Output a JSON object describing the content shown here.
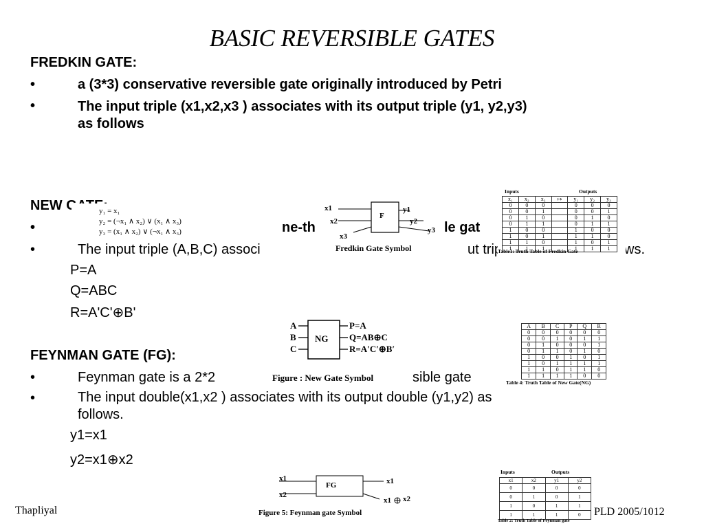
{
  "title": "BASIC REVERSIBLE GATES",
  "fredkin": {
    "heading": "FREDKIN  GATE:",
    "bullet_symbol": "•",
    "bullet1": "a (3*3) conservative reversible gate originally introduced by Petri",
    "bullet2_line1": "The input triple (x1,x2,x3 )  associates with its output  triple  (y1, y2,y3)",
    "bullet2_line2": "as follows"
  },
  "fredkin_equations": {
    "eq1": "y₁ = x₁",
    "eq2": "y₂ = (¬x₁ ∧ x₂) ∨ (x₁ ∧ x₃)",
    "eq3": "y₃ = (x₁ ∧ x₂) ∨ (¬x₁ ∧ x₃)"
  },
  "fredkin_symbol": {
    "box": "F",
    "in1": "x1",
    "in2": "x2",
    "in3": "x3",
    "out1": "y1",
    "out2": "y2",
    "out3": "y3",
    "caption": "Fredkin Gate Symbol"
  },
  "fredkin_table": {
    "inputs_label": "Inputs",
    "outputs_label": "Outputs",
    "headers": [
      "x₁",
      "x₂",
      "x₃",
      "↦",
      "y₁",
      "y₂",
      "y₃"
    ],
    "rows": [
      [
        "0",
        "0",
        "0",
        "",
        "0",
        "0",
        "0"
      ],
      [
        "0",
        "0",
        "1",
        "",
        "0",
        "0",
        "1"
      ],
      [
        "0",
        "1",
        "0",
        "",
        "0",
        "1",
        "0"
      ],
      [
        "0",
        "1",
        "1",
        "",
        "0",
        "1",
        "1"
      ],
      [
        "1",
        "0",
        "0",
        "",
        "1",
        "0",
        "0"
      ],
      [
        "1",
        "0",
        "1",
        "",
        "1",
        "1",
        "0"
      ],
      [
        "1",
        "1",
        "0",
        "",
        "1",
        "0",
        "1"
      ],
      [
        "1",
        "1",
        "1",
        "",
        "1",
        "1",
        "1"
      ]
    ],
    "caption": "Table1: Truth Table of Fredkin Gate"
  },
  "new_gate": {
    "heading": "NEW GATE:",
    "bullet1_visible": "ne-th",
    "bullet1_visible2": "le gat",
    "bullet2_part1": "The input triple (A,B,C)  associ",
    "bullet2_part2": "ut trip",
    "bullet2_part3": "ws.",
    "eq_p": "P=A",
    "eq_q": "Q=ABC",
    "eq_r": "R=A'C'⊕B'"
  },
  "new_gate_symbol": {
    "box": "NG",
    "in1": "A",
    "in2": "B",
    "in3": "C",
    "out1": "P=A",
    "out2": "Q=AB⊕C",
    "out3": "R=A′C′⊕B′"
  },
  "new_gate_table": {
    "headers": [
      "A",
      "B",
      "C",
      "P",
      "Q",
      "R"
    ],
    "rows": [
      [
        "0",
        "0",
        "0",
        "0",
        "0",
        "0"
      ],
      [
        "0",
        "0",
        "1",
        "0",
        "1",
        "1"
      ],
      [
        "0",
        "1",
        "0",
        "0",
        "0",
        "1"
      ],
      [
        "0",
        "1",
        "1",
        "0",
        "1",
        "0"
      ],
      [
        "1",
        "0",
        "0",
        "1",
        "0",
        "1"
      ],
      [
        "1",
        "0",
        "1",
        "1",
        "1",
        "1"
      ],
      [
        "1",
        "1",
        "0",
        "1",
        "1",
        "0"
      ],
      [
        "1",
        "1",
        "1",
        "1",
        "0",
        "0"
      ]
    ],
    "caption": "Table 4: Truth Table of  New Gate(NG)"
  },
  "feynman": {
    "heading": "FEYNMAN GATE (FG):",
    "bullet1_part1": "Feynman gate  is a  2*2",
    "bullet1_caption": "Figure   :  New Gate Symbol",
    "bullet1_part2": "sible  gate",
    "bullet2_line1": "The input double(x1,x2 ) associates with its output double (y1,y2) as",
    "bullet2_line2": "follows.",
    "eq1": "y1=x1",
    "eq2": "y2=x1⊕x2"
  },
  "feynman_symbol": {
    "box": "FG",
    "in1": "x1",
    "in2": "x2",
    "out1": "x1",
    "out2_left": "x1",
    "out2_right": "x2",
    "caption": "Figure 5:  Feynman gate Symbol"
  },
  "feynman_table": {
    "inputs_label": "Inputs",
    "outputs_label": "Outputs",
    "headers": [
      "x1",
      "x2",
      "y1",
      "y2"
    ],
    "rows": [
      [
        "0",
        "0",
        "0",
        "0"
      ],
      [
        "0",
        "1",
        "0",
        "1"
      ],
      [
        "1",
        "0",
        "1",
        "1"
      ],
      [
        "1",
        "1",
        "1",
        "0"
      ]
    ],
    "caption": "Table 2: Truth  Table of  Feynman gate"
  },
  "footer": {
    "left": "Thapliyal",
    "right": "PLD 2005/1012"
  }
}
